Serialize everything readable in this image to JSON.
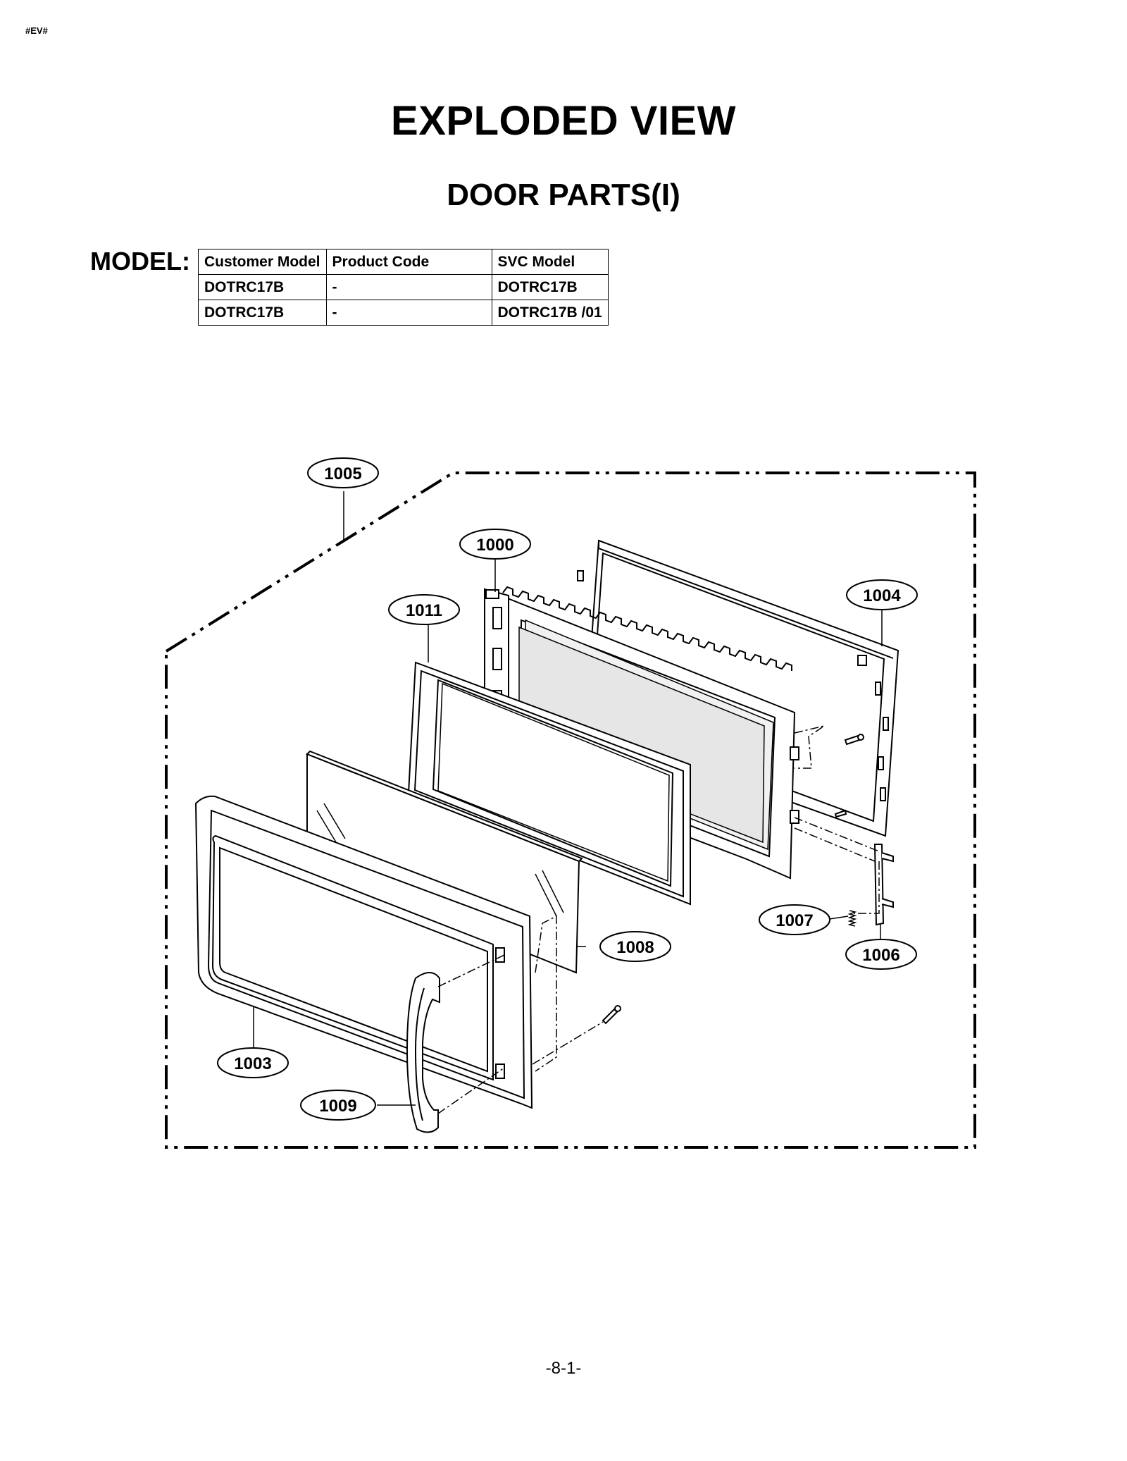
{
  "header": {
    "tag": "#EV#",
    "title": "EXPLODED VIEW",
    "subtitle": "DOOR PARTS(I)"
  },
  "model": {
    "label": "MODEL:",
    "columns": [
      "Customer Model",
      "Product Code",
      "SVC Model"
    ],
    "rows": [
      [
        "DOTRC17B",
        "-",
        "DOTRC17B"
      ],
      [
        "DOTRC17B",
        "-",
        "DOTRC17B /01"
      ]
    ]
  },
  "callouts": {
    "c1005": "1005",
    "c1000": "1000",
    "c1011": "1011",
    "c1004": "1004",
    "c1007": "1007",
    "c1006": "1006",
    "c1008": "1008",
    "c1003": "1003",
    "c1009": "1009"
  },
  "footer": {
    "page": "-8-1-"
  }
}
